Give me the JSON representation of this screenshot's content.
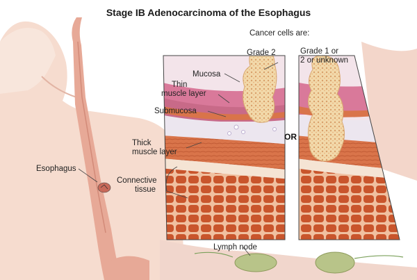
{
  "title": "Stage IB Adenocarcinoma of the Esophagus",
  "labels": {
    "cancer_cells": "Cancer cells are:",
    "grade2": "Grade 2",
    "grade1_line1": "Grade 1 or",
    "grade1_line2": "2 or unknown",
    "mucosa": "Mucosa",
    "thin_line1": "Thin",
    "thin_line2": "muscle layer",
    "submucosa": "Submucosa",
    "thick_line1": "Thick",
    "thick_line2": "muscle layer",
    "connective_line1": "Connective",
    "connective_line2": "tissue",
    "esophagus": "Esophagus",
    "or": "OR",
    "lymph_node": "Lymph node"
  },
  "colors": {
    "skin": "#f3d2c4",
    "esophagus_tube": "#e8b0a0",
    "mucosa": "#d87a9a",
    "submucosa": "#ece6ef",
    "muscle": "#d9744a",
    "connective": "#f3dcc8",
    "outer_muscle": "#c8562e",
    "tumor": "#f0d8a8",
    "lymph_node": "#b7c486"
  }
}
